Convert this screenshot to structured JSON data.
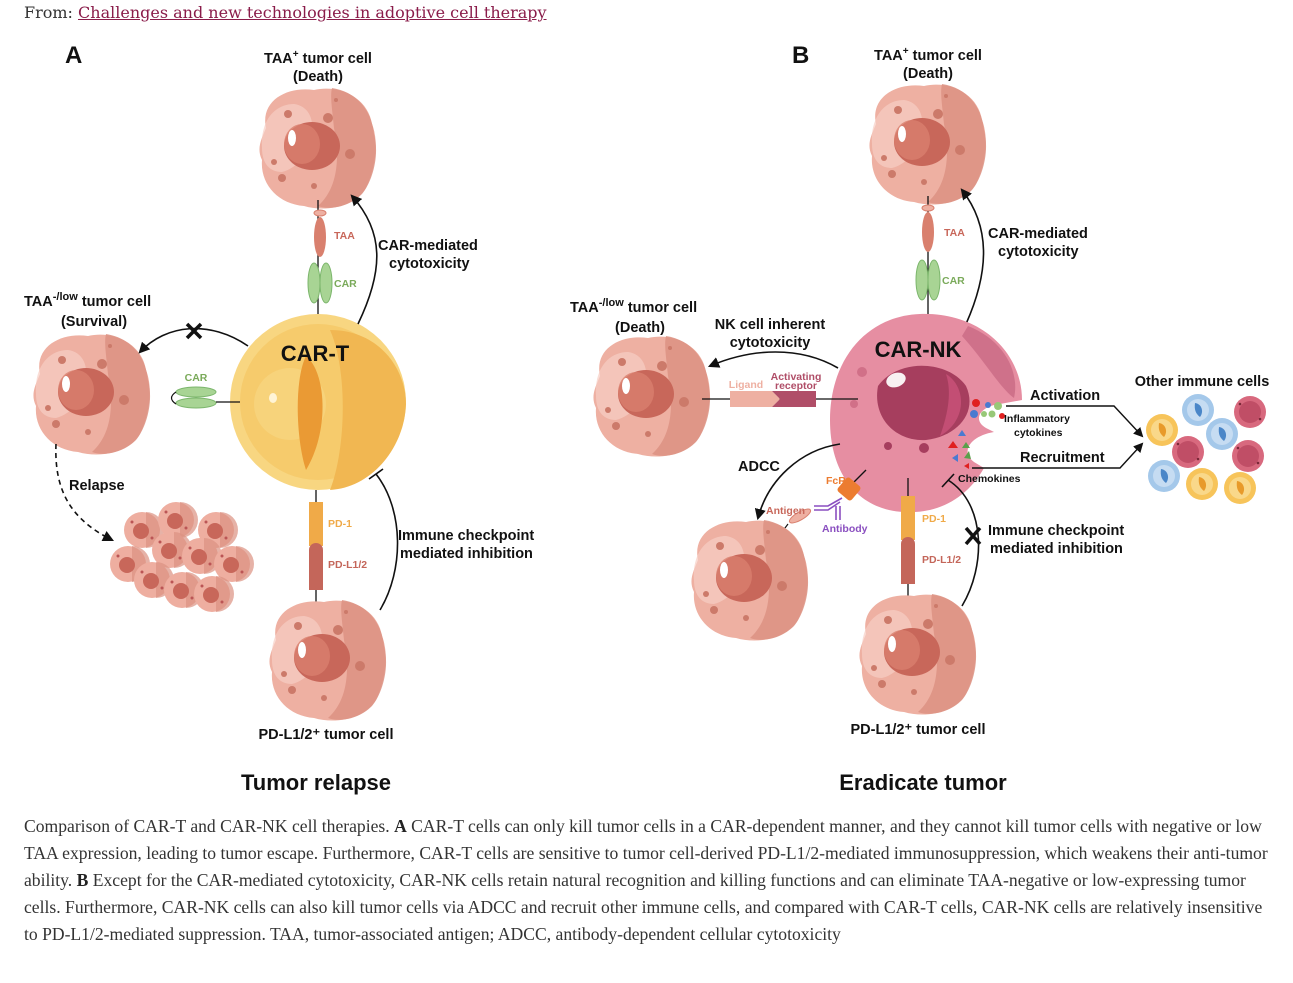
{
  "source": {
    "prefix": "From: ",
    "article_link": "Challenges and new technologies in adoptive cell therapy"
  },
  "colors": {
    "link": "#8a1c4a",
    "tumor_cell": "#e8a898",
    "car_t": "#f5c45c",
    "car_nk": "#e0849a",
    "car_receptor": "#9ccf84",
    "taa": "#d9806e",
    "pd1": "#f0aa48",
    "pdl1": "#c4665a",
    "fcr": "#ec7c30",
    "antibody": "#8a4fc0"
  },
  "panel_a": {
    "letter": "A",
    "taa_pos_cell": {
      "line1_base": "TAA",
      "line1_sup": "+",
      "line1_rest": " tumor cell",
      "line2": "(Death)"
    },
    "taa_neg_cell": {
      "line1_base": "TAA",
      "line1_sup": "-/low",
      "line1_rest": " tumor cell",
      "line2": "(Survival)"
    },
    "center_cell": "CAR-T",
    "taa_label": "TAA",
    "car_label_top": "CAR",
    "car_label_left": "CAR",
    "car_mediated": {
      "line1": "CAR-mediated",
      "line2": "cytotoxicity"
    },
    "relapse": "Relapse",
    "pd1_label": "PD-1",
    "pdl1_label": "PD-L1/2",
    "checkpoint": {
      "line1": "Immune checkpoint",
      "line2": "mediated inhibition"
    },
    "bottom_cell": "PD-L1/2⁺ tumor cell",
    "outcome": "Tumor relapse"
  },
  "panel_b": {
    "letter": "B",
    "taa_pos_cell": {
      "line1_base": "TAA",
      "line1_sup": "+",
      "line1_rest": " tumor cell",
      "line2": "(Death)"
    },
    "taa_neg_cell": {
      "line1_base": "TAA",
      "line1_sup": "-/low",
      "line1_rest": " tumor cell",
      "line2": "(Death)"
    },
    "center_cell": "CAR-NK",
    "taa_label": "TAA",
    "car_label": "CAR",
    "car_mediated": {
      "line1": "CAR-mediated",
      "line2": "cytotoxicity"
    },
    "nk_inherent": {
      "line1": "NK cell inherent",
      "line2": "cytotoxicity"
    },
    "ligand": "Ligand",
    "activating_receptor": {
      "line1": "Activating",
      "line2": "receptor"
    },
    "activation": "Activation",
    "inflammatory": {
      "line1": "Inflammatory",
      "line2": "cytokines"
    },
    "recruitment": "Recruitment",
    "chemokines": "Chemokines",
    "other_immune": "Other immune cells",
    "adcc": "ADCC",
    "fcr": "FcR",
    "antigen": "Antigen",
    "antibody": "Antibody",
    "pd1_label": "PD-1",
    "pdl1_label": "PD-L1/2",
    "checkpoint": {
      "line1": "Immune checkpoint",
      "line2": "mediated inhibition"
    },
    "bottom_cell": "PD-L1/2⁺ tumor cell",
    "outcome": "Eradicate tumor"
  },
  "caption": {
    "intro": "Comparison of CAR-T and CAR-NK cell therapies. ",
    "a_label": "A",
    "a_text": " CAR-T cells can only kill tumor cells in a CAR-dependent manner, and they cannot kill tumor cells with negative or low TAA expression, leading to tumor escape. Furthermore, CAR-T cells are sensitive to tumor cell-derived PD-L1/2-mediated immunosuppression, which weakens their anti-tumor ability. ",
    "b_label": "B",
    "b_text": " Except for the CAR-mediated cytotoxicity, CAR-NK cells retain natural recognition and killing functions and can eliminate TAA-negative or low-expressing tumor cells. Furthermore, CAR-NK cells can also kill tumor cells via ADCC and recruit other immune cells, and compared with CAR-T cells, CAR-NK cells are relatively insensitive to PD-L1/2-mediated suppression. TAA, tumor-associated antigen; ADCC, antibody-dependent cellular cytotoxicity"
  }
}
